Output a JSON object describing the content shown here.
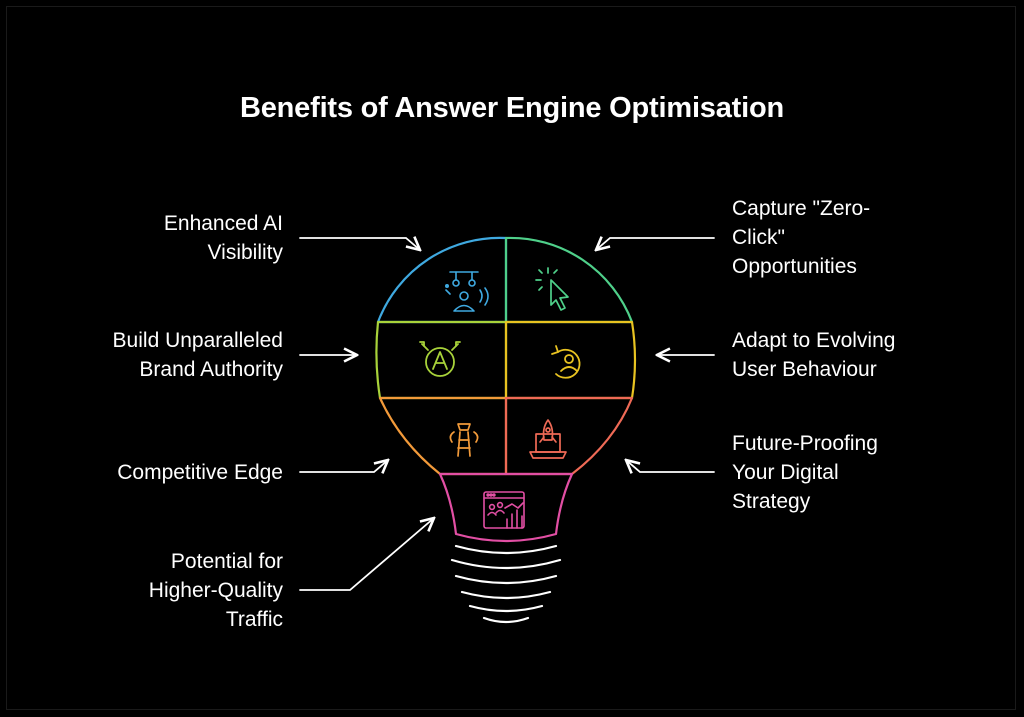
{
  "title": "Benefits of Answer Engine Optimisation",
  "colors": {
    "background": "#000000",
    "text": "#ffffff",
    "arrow": "#ffffff",
    "segment_blue": "#3fa9e0",
    "segment_green": "#4fd08a",
    "segment_lime": "#a8d23a",
    "segment_yellow": "#e8c321",
    "segment_orange": "#f29a3a",
    "segment_red": "#ef6a56",
    "segment_pink": "#e24fa4",
    "base": "#ffffff"
  },
  "benefits": [
    {
      "id": "enhanced-ai-visibility",
      "side": "left",
      "lines": [
        "Enhanced AI",
        "Visibility"
      ],
      "icon": "ai-broadcast-person-icon",
      "color": "#3fa9e0"
    },
    {
      "id": "capture-zero-click",
      "side": "right",
      "lines": [
        "Capture \"Zero-",
        "Click\"",
        "Opportunities"
      ],
      "icon": "cursor-click-icon",
      "color": "#4fd08a"
    },
    {
      "id": "brand-authority",
      "side": "left",
      "lines": [
        "Build Unparalleled",
        "Brand Authority"
      ],
      "icon": "shield-emblem-icon",
      "color": "#a8d23a"
    },
    {
      "id": "evolving-behaviour",
      "side": "right",
      "lines": [
        "Adapt to Evolving",
        "User Behaviour"
      ],
      "icon": "user-refresh-icon",
      "color": "#e8c321"
    },
    {
      "id": "competitive-edge",
      "side": "left",
      "lines": [
        "Competitive Edge"
      ],
      "icon": "ladder-climb-icon",
      "color": "#f29a3a"
    },
    {
      "id": "future-proofing",
      "side": "right",
      "lines": [
        "Future-Proofing",
        "Your Digital",
        "Strategy"
      ],
      "icon": "rocket-laptop-icon",
      "color": "#ef6a56"
    },
    {
      "id": "higher-quality-traffic",
      "side": "left",
      "lines": [
        "Potential for",
        "Higher-Quality",
        "Traffic"
      ],
      "icon": "analytics-dashboard-icon",
      "color": "#e24fa4"
    }
  ]
}
